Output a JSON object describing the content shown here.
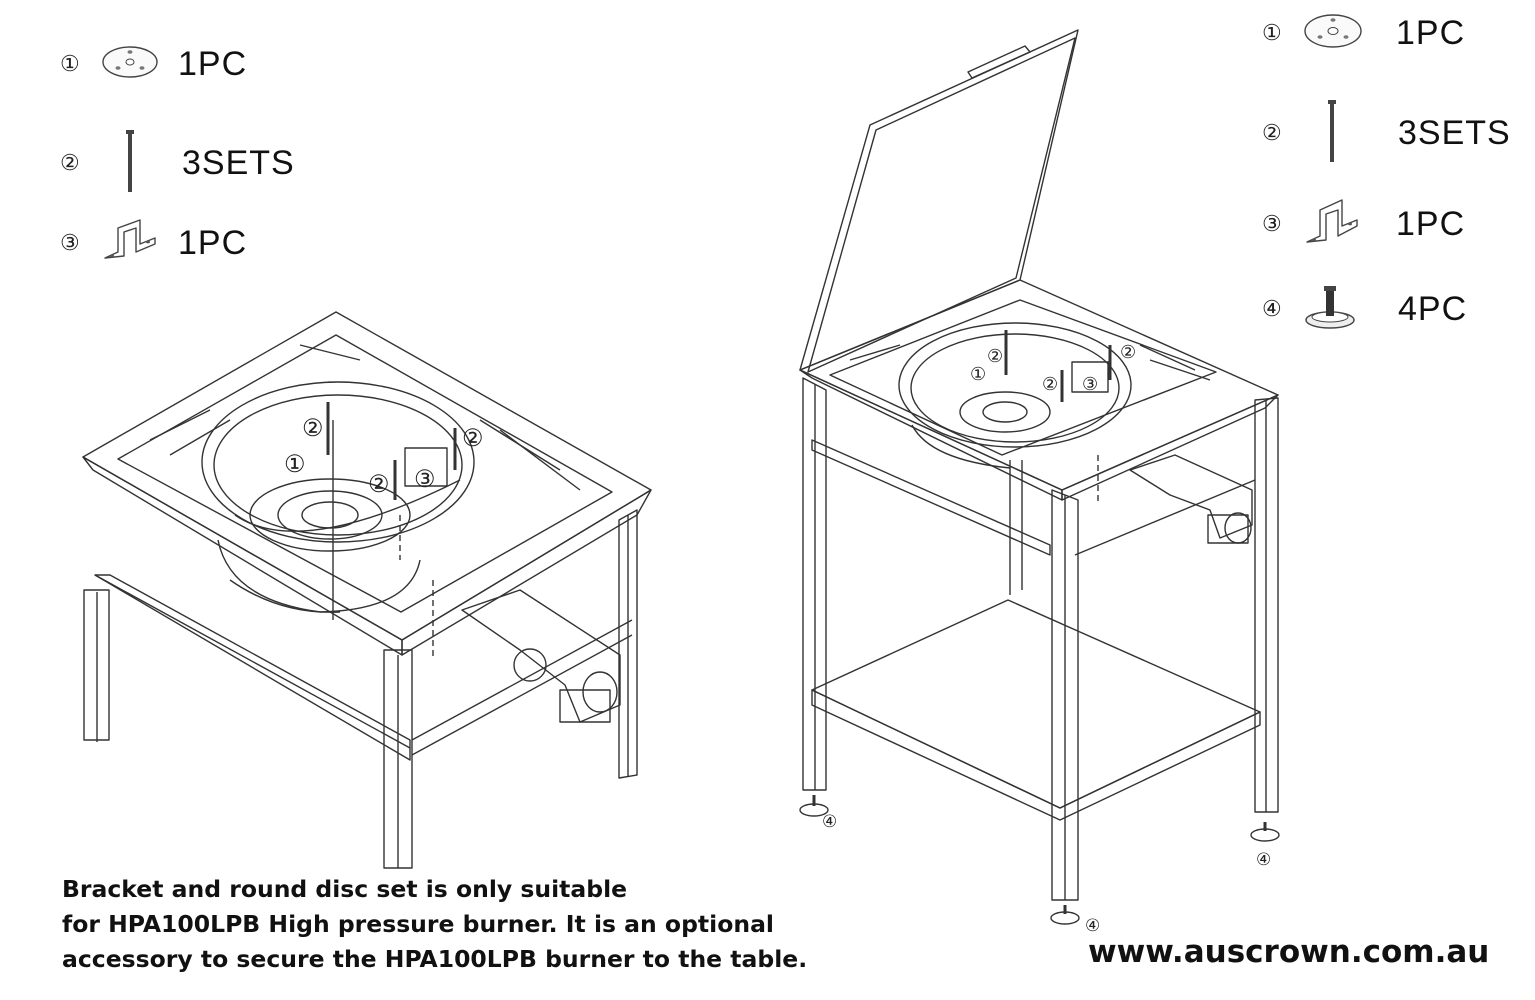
{
  "parts_left": [
    {
      "num": "①",
      "icon": "round-disc-icon",
      "qty": "1PC"
    },
    {
      "num": "②",
      "icon": "bolt-icon",
      "qty": "3SETS"
    },
    {
      "num": "③",
      "icon": "bracket-icon",
      "qty": "1PC"
    }
  ],
  "parts_right": [
    {
      "num": "①",
      "icon": "round-disc-icon",
      "qty": "1PC"
    },
    {
      "num": "②",
      "icon": "bolt-icon",
      "qty": "3SETS"
    },
    {
      "num": "③",
      "icon": "bracket-icon",
      "qty": "1PC"
    },
    {
      "num": "④",
      "icon": "adjustable-foot-icon",
      "qty": "4PC"
    }
  ],
  "callouts": {
    "c1": "①",
    "c2": "②",
    "c3": "③",
    "c4": "④"
  },
  "note": {
    "line1": "Bracket and round disc set is only suitable",
    "line2": "for HPA100LPB High pressure burner. It is an optional",
    "line3": "accessory to secure the HPA100LPB burner to the table."
  },
  "website": "www.auscrown.com.au"
}
